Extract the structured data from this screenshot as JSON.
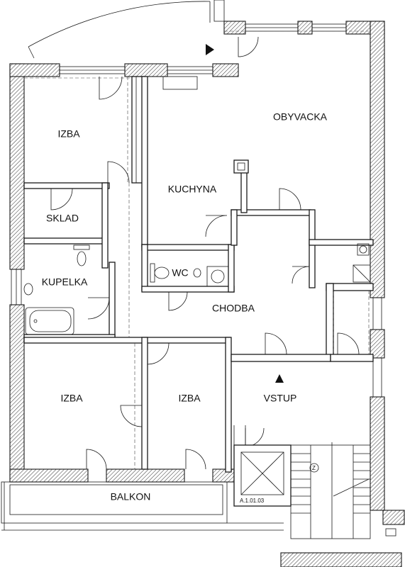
{
  "rooms": {
    "izba_top": "IZBA",
    "obyvacka": "OBYVACKA",
    "kuchyna": "KUCHYNA",
    "sklad": "SKLAD",
    "kupelka": "KUPELKA",
    "wc": "WC",
    "chodba": "CHODBA",
    "izba_left": "IZBA",
    "izba_mid": "IZBA",
    "vstup": "VSTUP",
    "balkon": "BALKON"
  },
  "annotations": {
    "shaft_code": "A.1.01.03",
    "stair_marker": "Z"
  }
}
